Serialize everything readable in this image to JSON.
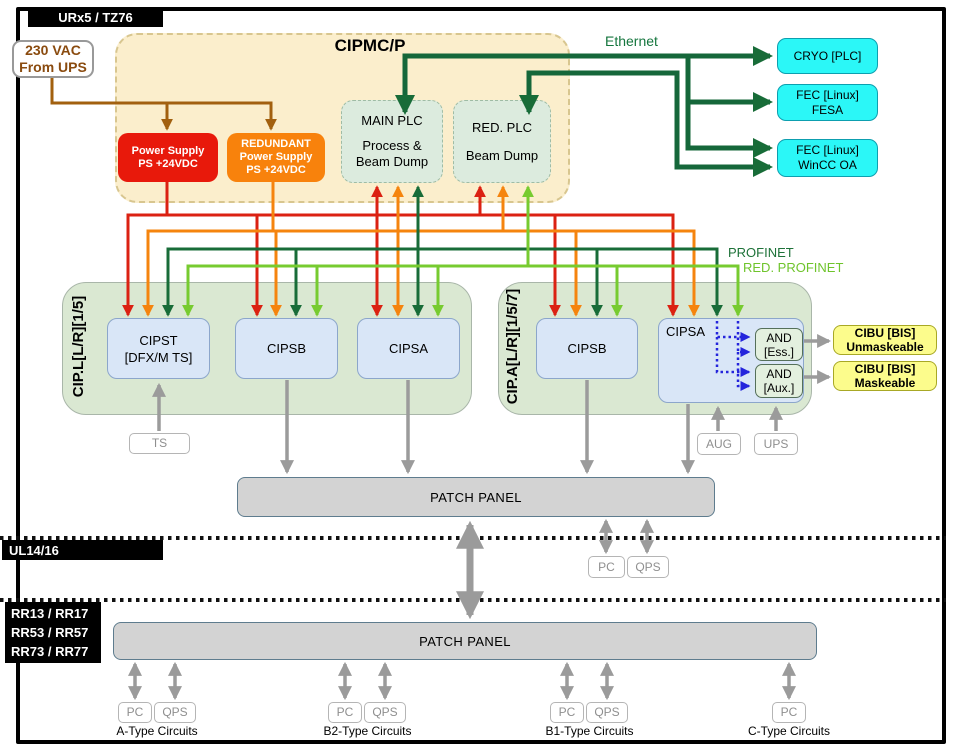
{
  "zones": {
    "top": "URx5 / TZ76",
    "mid": "UL14/16",
    "bottom": [
      "RR13 / RR17",
      "RR53 / RR57",
      "RR73 / RR77"
    ]
  },
  "source": {
    "line1": "230 VAC",
    "line2": "From UPS"
  },
  "cipmc": {
    "title": "CIPMC/P",
    "ps_main": [
      "Power Supply",
      "PS +24VDC"
    ],
    "ps_red": [
      "REDUNDANT",
      "Power Supply",
      "PS +24VDC"
    ],
    "plc_main": {
      "name": "MAIN PLC",
      "role": "Process & Beam Dump"
    },
    "plc_red": {
      "name": "RED. PLC",
      "role": "Beam Dump"
    }
  },
  "network": {
    "ethernet": "Ethernet",
    "profinet": "PROFINET",
    "red_profinet": "RED. PROFINET",
    "cryo": "CRYO [PLC]",
    "fec_fesa": [
      "FEC [Linux]",
      "FESA"
    ],
    "fec_wincc": [
      "FEC [Linux]",
      "WinCC OA"
    ]
  },
  "cip_l": {
    "label": "CIP.L[L/R][1/5]",
    "cipst": [
      "CIPST",
      "[DFX/M TS]"
    ],
    "cipsb": "CIPSB",
    "cipsa": "CIPSA"
  },
  "cip_a": {
    "label": "CIP.A[L/R][1/5/7]",
    "cipsb": "CIPSB",
    "cipsa": "CIPSA",
    "and_ess": [
      "AND",
      "[Ess.]"
    ],
    "and_aux": [
      "AND",
      "[Aux.]"
    ]
  },
  "cibu": {
    "unmask": [
      "CIBU [BIS]",
      "Unmaskeable"
    ],
    "mask": [
      "CIBU [BIS]",
      "Maskeable"
    ]
  },
  "io": {
    "ts": "TS",
    "aug": "AUG",
    "ups": "UPS",
    "pc": "PC",
    "qps": "QPS"
  },
  "panels": {
    "upper": "PATCH PANEL",
    "lower": "PATCH PANEL"
  },
  "circuits": [
    {
      "pc": "PC",
      "qps": "QPS",
      "label": "A-Type Circuits"
    },
    {
      "pc": "PC",
      "qps": "QPS",
      "label": "B2-Type Circuits"
    },
    {
      "pc": "PC",
      "qps": "QPS",
      "label": "B1-Type Circuits"
    },
    {
      "pc": "PC",
      "label": "C-Type Circuits"
    }
  ],
  "colors": {
    "red": "#DB2112",
    "orange": "#F5840E",
    "dark_green": "#186C38",
    "light_green": "#77CB30",
    "brown": "#A2600F",
    "gray": "#9B9B9B",
    "blue": "#2424DC",
    "cyan_fill": "#2BF7F7",
    "yellow_fill": "#FCFC8C",
    "beige_fill": "#FBEECC",
    "sage_fill": "#DAE8D2",
    "blue_box_fill": "#D9E6F7"
  }
}
